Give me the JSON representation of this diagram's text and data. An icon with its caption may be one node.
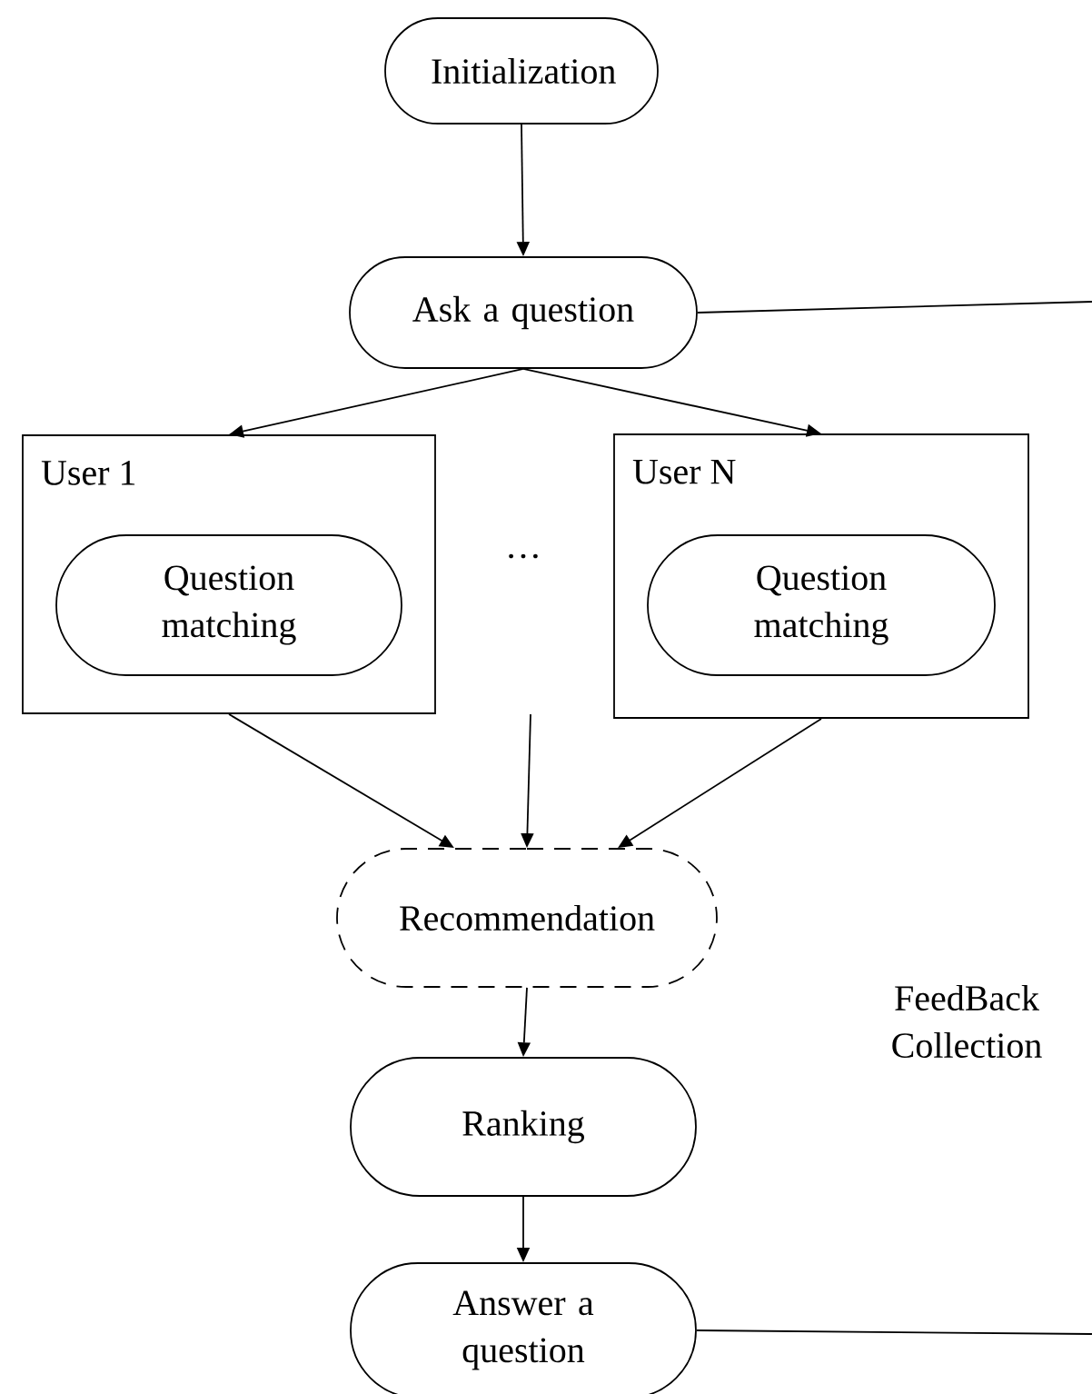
{
  "diagram": {
    "nodes": [
      {
        "text": [
          "Initialization"
        ]
      },
      {
        "text": [
          "Ask a question"
        ]
      },
      {
        "text": [
          "User 1"
        ]
      },
      {
        "text": [
          "Question matching"
        ],
        "in": 2
      },
      {
        "text": [
          "User N"
        ]
      },
      {
        "text": [
          "Question matching"
        ],
        "in": 4
      },
      {
        "text": [
          "Recommendation"
        ]
      },
      {
        "text": [
          "Ranking"
        ]
      },
      {
        "text": [
          "Answer a question"
        ]
      }
    ],
    "edges": [
      {
        "from": 0,
        "to": 1,
        "arrow": "to"
      },
      {
        "from": 1,
        "to": 2,
        "arrow": "to"
      },
      {
        "from": 1,
        "to": 4,
        "arrow": "to"
      },
      {
        "from": 1,
        "to": null,
        "arrow": "none"
      },
      {
        "from": 2,
        "to": 6,
        "arrow": "to"
      },
      {
        "from": null,
        "to": 6,
        "arrow": "to"
      },
      {
        "from": 4,
        "to": 6,
        "arrow": "to"
      },
      {
        "from": 6,
        "to": 7,
        "arrow": "to"
      },
      {
        "from": 7,
        "to": 8,
        "arrow": "to"
      },
      {
        "from": 8,
        "to": null,
        "arrow": "none"
      }
    ],
    "labels": [
      "…",
      "FeedBack Collection"
    ]
  }
}
